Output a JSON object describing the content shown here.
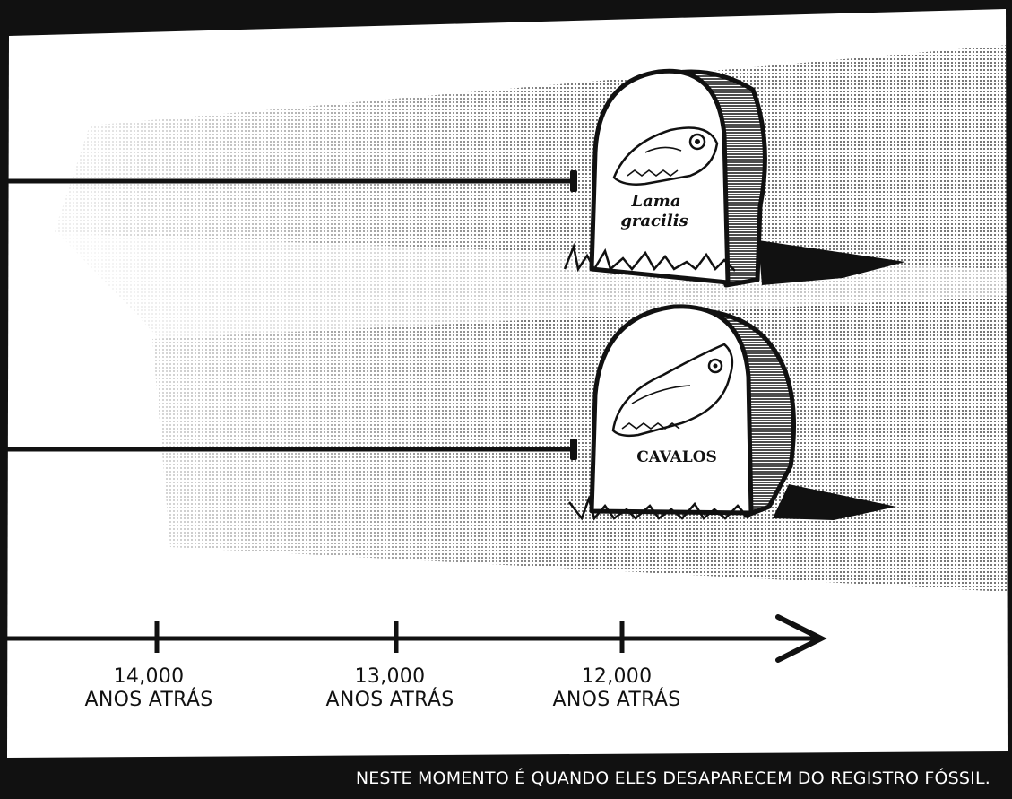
{
  "timeline": {
    "ticks": [
      {
        "value": "14,000",
        "unit": "ANOS ATRÁS"
      },
      {
        "value": "13,000",
        "unit": "ANOS ATRÁS"
      },
      {
        "value": "12,000",
        "unit": "ANOS ATRÁS"
      }
    ]
  },
  "tombstones": [
    {
      "label_line1": "Lama",
      "label_line2": "gracilis",
      "icon": "llama-skull-icon"
    },
    {
      "label_line1": "CAVALOS",
      "icon": "horse-skull-icon"
    }
  ],
  "caption": "NESTE MOMENTO É QUANDO ELES DESAPARECEM DO REGISTRO FÓSSIL.",
  "colors": {
    "ink": "#111111",
    "paper": "#ffffff",
    "shade": "#cfcfcf"
  }
}
